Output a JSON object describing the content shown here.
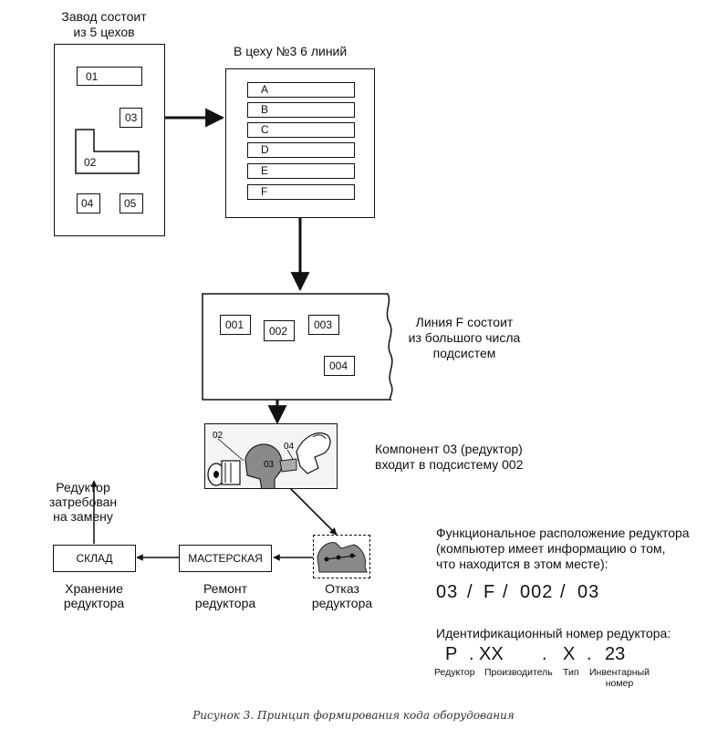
{
  "plant": {
    "title_line1": "Завод состоит",
    "title_line2": "из 5 цехов",
    "shops": [
      "01",
      "02",
      "03",
      "04",
      "05"
    ]
  },
  "shop3": {
    "title": "В цеху №3 6 линий",
    "lines": [
      "A",
      "B",
      "C",
      "D",
      "E",
      "F"
    ]
  },
  "lineF": {
    "nodes": [
      "001",
      "002",
      "003",
      "004"
    ],
    "text_line1": "Линия F состоит",
    "text_line2": "из большого числа",
    "text_line3": "подсистем"
  },
  "component": {
    "img_labels": [
      "02",
      "04",
      "03"
    ],
    "text_line1": "Компонент 03 (редуктор)",
    "text_line2": "входит в подсистему 002"
  },
  "flow": {
    "warehouse": "СКЛАД",
    "workshop": "МАСТЕРСКАЯ",
    "storage_line1": "Хранение",
    "storage_line2": "редуктора",
    "repair_line1": "Ремонт",
    "repair_line2": "редуктора",
    "failure_line1": "Отказ",
    "failure_line2": "редуктора",
    "required_line1": "Редуктор",
    "required_line2": "затребован",
    "required_line3": "на замену"
  },
  "functional": {
    "line1": "Функциональное расположение редуктора",
    "line2": "(компьютер имеет информацию о том,",
    "line3": "что находится в этом месте):",
    "code": [
      "03",
      "F",
      "002",
      "03"
    ],
    "separator": "/"
  },
  "identification": {
    "title": "Идентификационный номер редуктора:",
    "parts": [
      "P",
      "XX",
      "X",
      "23"
    ],
    "dot": ".",
    "labels": [
      "Редуктор",
      "Производитель",
      "Тип",
      "Инвентарный",
      "номер"
    ]
  },
  "caption": "Рисунок 3. Принцип формирования  кода  оборудования"
}
